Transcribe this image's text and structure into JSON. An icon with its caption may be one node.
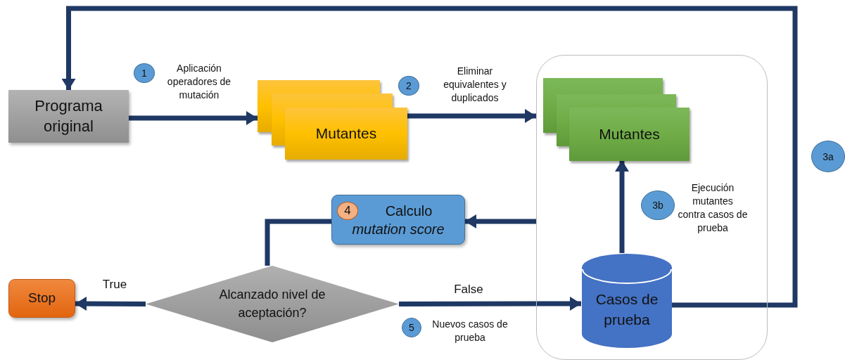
{
  "diagram": {
    "nodes": [
      {
        "text": [
          "Programa original"
        ]
      },
      {
        "text": [
          "1"
        ]
      },
      {
        "text": [
          "Mutantes"
        ]
      },
      {
        "text": [
          "2"
        ]
      },
      {
        "text": [],
        "shape": "box"
      },
      {
        "text": [
          "Mutantes"
        ],
        "in": 4
      },
      {
        "text": [
          "3a"
        ]
      },
      {
        "text": [
          "3b"
        ],
        "in": 4
      },
      {
        "text": [
          "Calculo",
          "mutation score"
        ]
      },
      {
        "text": [
          "4"
        ],
        "in": 8
      },
      {
        "text": [
          "Casos de prueba"
        ],
        "in": 4
      },
      {
        "text": [
          "Stop"
        ]
      },
      {
        "text": [
          "Alcanzado nivel de aceptación?"
        ]
      },
      {
        "text": [
          "5"
        ]
      }
    ],
    "edges": [
      {
        "from": 0,
        "to": 2,
        "arrow": "to",
        "label": "Aplicación operadores de mutación"
      },
      {
        "from": 2,
        "to": 4,
        "arrow": "to",
        "label": "Eliminar equivalentes y duplicados"
      },
      {
        "from": 10,
        "to": 5,
        "arrow": "to"
      },
      {
        "from": 4,
        "to": 8,
        "arrow": "to"
      },
      {
        "from": 8,
        "to": 12,
        "arrow": "none"
      },
      {
        "from": 12,
        "to": 11,
        "arrow": "to",
        "label": "True"
      },
      {
        "from": 12,
        "to": 10,
        "arrow": "to",
        "label": "False"
      },
      {
        "from": 10,
        "to": 0,
        "arrow": "to"
      }
    ],
    "labels": [
      "Ejecución mutantes contra casos de prueba",
      "Nuevos casos de prueba"
    ]
  }
}
